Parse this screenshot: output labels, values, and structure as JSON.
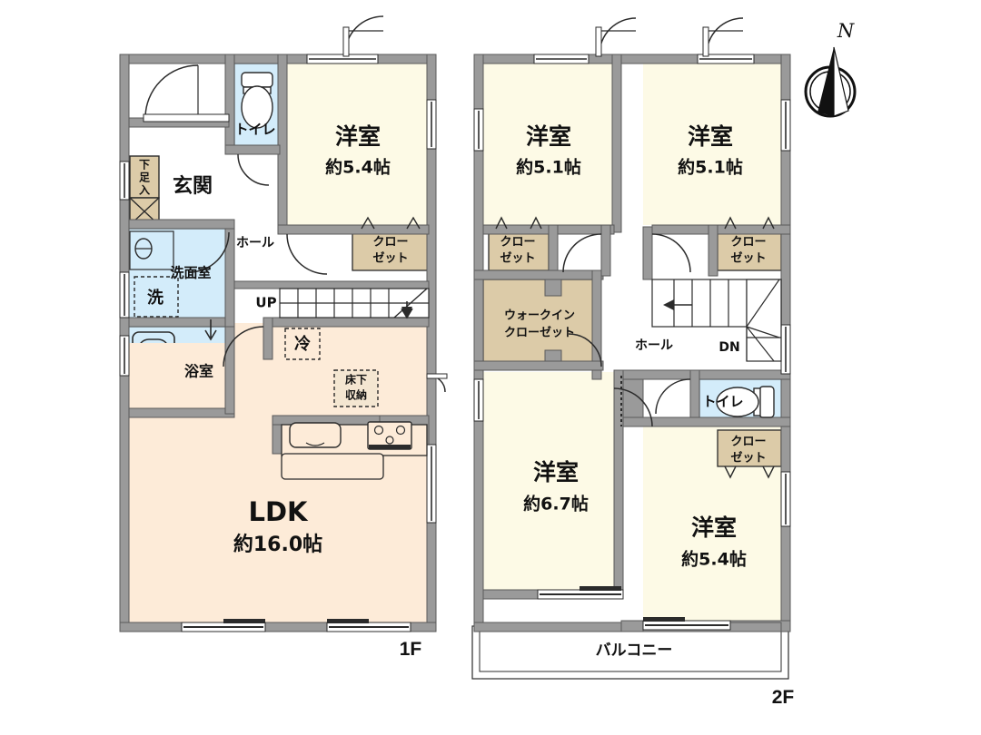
{
  "document": {
    "type": "floor-plan",
    "language": "ja",
    "floors": [
      {
        "id": "1F",
        "tag": "1F"
      },
      {
        "id": "2F",
        "tag": "2F"
      }
    ],
    "compass": {
      "label": "N",
      "icon": "north-arrow-icon"
    }
  },
  "colors": {
    "wall": "#9a9a9a",
    "wall_stroke": "#5a5a5a",
    "room_cream": "#fdfae6",
    "ldk_peach": "#fdebd8",
    "closet_tan": "#dccba8",
    "water_blue": "#d3ecfa",
    "white": "#ffffff",
    "line": "#2b2b2b",
    "text": "#111111",
    "balcony": "#ffffff"
  },
  "floor1": {
    "tag": "1F",
    "rooms": [
      {
        "name": "genkan",
        "label": "玄関",
        "sub": "",
        "fill": "white"
      },
      {
        "name": "shoe-cabinet",
        "label": "下足入",
        "sub": "",
        "fill": "closet_tan",
        "orientation": "vertical"
      },
      {
        "name": "toilet",
        "label": "トイレ",
        "sub": "",
        "fill": "water_blue"
      },
      {
        "name": "washroom",
        "label": "洗面室",
        "sub": "",
        "fill": "water_blue"
      },
      {
        "name": "washer",
        "label": "洗",
        "sub": "",
        "fill": "water_blue"
      },
      {
        "name": "bathroom",
        "label": "浴室",
        "sub": "",
        "fill": "water_blue"
      },
      {
        "name": "hall",
        "label": "ホール",
        "sub": "",
        "fill": "white"
      },
      {
        "name": "western-room",
        "label": "洋室",
        "sub": "約5.4帖",
        "fill": "room_cream"
      },
      {
        "name": "closet",
        "label": "クローゼット",
        "sub": "",
        "fill": "closet_tan"
      },
      {
        "name": "ldk",
        "label": "LDK",
        "sub": "約16.0帖",
        "fill": "ldk_peach"
      },
      {
        "name": "fridge",
        "label": "冷",
        "sub": "",
        "fill": "ldk_peach"
      },
      {
        "name": "underfloor-storage",
        "label": "床下収納",
        "sub": "",
        "fill": "ldk_peach"
      }
    ],
    "stairs": {
      "label": "UP",
      "direction": "up"
    }
  },
  "floor2": {
    "tag": "2F",
    "rooms": [
      {
        "name": "western-room-nw",
        "label": "洋室",
        "sub": "約5.1帖",
        "fill": "room_cream"
      },
      {
        "name": "western-room-ne",
        "label": "洋室",
        "sub": "約5.1帖",
        "fill": "room_cream"
      },
      {
        "name": "western-room-sw",
        "label": "洋室",
        "sub": "約6.7帖",
        "fill": "room_cream"
      },
      {
        "name": "western-room-se",
        "label": "洋室",
        "sub": "約5.4帖",
        "fill": "room_cream"
      },
      {
        "name": "closet-nw",
        "label": "クローゼット",
        "sub": "",
        "fill": "closet_tan"
      },
      {
        "name": "closet-ne",
        "label": "クローゼット",
        "sub": "",
        "fill": "closet_tan"
      },
      {
        "name": "closet-se",
        "label": "クローゼット",
        "sub": "",
        "fill": "closet_tan"
      },
      {
        "name": "walk-in-closet",
        "label": "ウォークイン",
        "sub": "クローゼット",
        "fill": "closet_tan"
      },
      {
        "name": "hall",
        "label": "ホール",
        "sub": "",
        "fill": "white"
      },
      {
        "name": "toilet",
        "label": "トイレ",
        "sub": "",
        "fill": "water_blue"
      },
      {
        "name": "balcony",
        "label": "バルコニー",
        "sub": "",
        "fill": "white"
      }
    ],
    "stairs": {
      "label": "DN",
      "direction": "down"
    }
  },
  "labels": {
    "f1_tag": "1F",
    "f2_tag": "2F",
    "compass_n": "N",
    "genkan": "玄関",
    "shoe_cabinet": "下足入",
    "shoe_cabinet_c1": "下",
    "shoe_cabinet_c2": "足",
    "shoe_cabinet_c3": "入",
    "toilet": "トイレ",
    "washroom": "洗面室",
    "washer": "洗",
    "bathroom": "浴室",
    "hall": "ホール",
    "western": "洋室",
    "area_54": "約5.4帖",
    "area_51": "約5.1帖",
    "area_67": "約6.7帖",
    "area_160": "約16.0帖",
    "ldk": "LDK",
    "closet_l1": "クロー",
    "closet_l2": "ゼット",
    "fridge": "冷",
    "underfloor_l1": "床下",
    "underfloor_l2": "収納",
    "wic_l1": "ウォークイン",
    "wic_l2": "クローゼット",
    "balcony": "バルコニー",
    "up": "UP",
    "dn": "DN"
  }
}
